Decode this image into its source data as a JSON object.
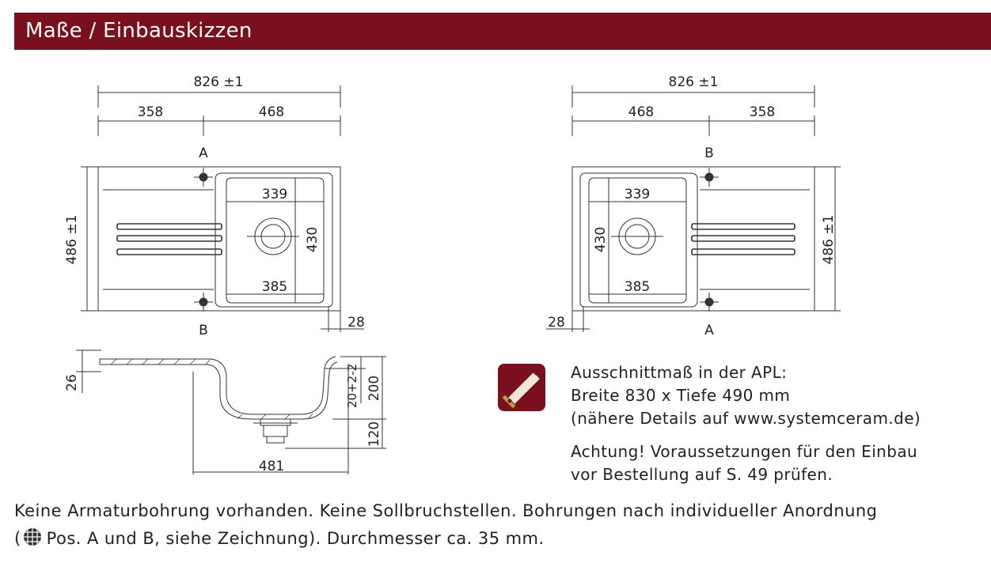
{
  "header": {
    "title": "Maße / Einbauskizzen"
  },
  "left_plan": {
    "total_width": "826 ±1",
    "left_segment": "358",
    "right_segment": "468",
    "height": "486 ±1",
    "bowl_inner_width": "339",
    "bowl_bottom_width": "385",
    "bowl_depth_length": "430",
    "edge_offset": "28",
    "hole_top": "A",
    "hole_bottom": "B"
  },
  "right_plan": {
    "total_width": "826 ±1",
    "left_segment": "468",
    "right_segment": "358",
    "height": "486 ±1",
    "bowl_inner_width": "339",
    "bowl_bottom_width": "385",
    "bowl_depth_length": "430",
    "edge_offset": "28",
    "hole_top": "B",
    "hole_bottom": "A"
  },
  "section": {
    "rim_height": "26",
    "rim_offset": "20+2-2",
    "bowl_depth": "200",
    "drain_height": "120",
    "outer_width": "481"
  },
  "cutout_info": {
    "line1": "Ausschnittmaß in der APL:",
    "line2": "Breite 830 x Tiefe 490 mm",
    "line3": "(nähere Details auf www.systemceram.de)",
    "line4": "Achtung! Voraussetzungen für den Einbau",
    "line5": "vor Bestellung auf S. 49 prüfen."
  },
  "footer": {
    "line1": "Keine Armaturbohrung vorhanden. Keine Sollbruchstellen. Bohrungen nach individueller Anordnung",
    "line2_prefix": "(",
    "line2_rest": "Pos. A und B, siehe Zeichnung). Durchmesser ca. 35 mm."
  },
  "colors": {
    "brand": "#7a0f1e",
    "icon_bg": "#7a0f1e",
    "saw_blade": "#f2e6d8"
  }
}
